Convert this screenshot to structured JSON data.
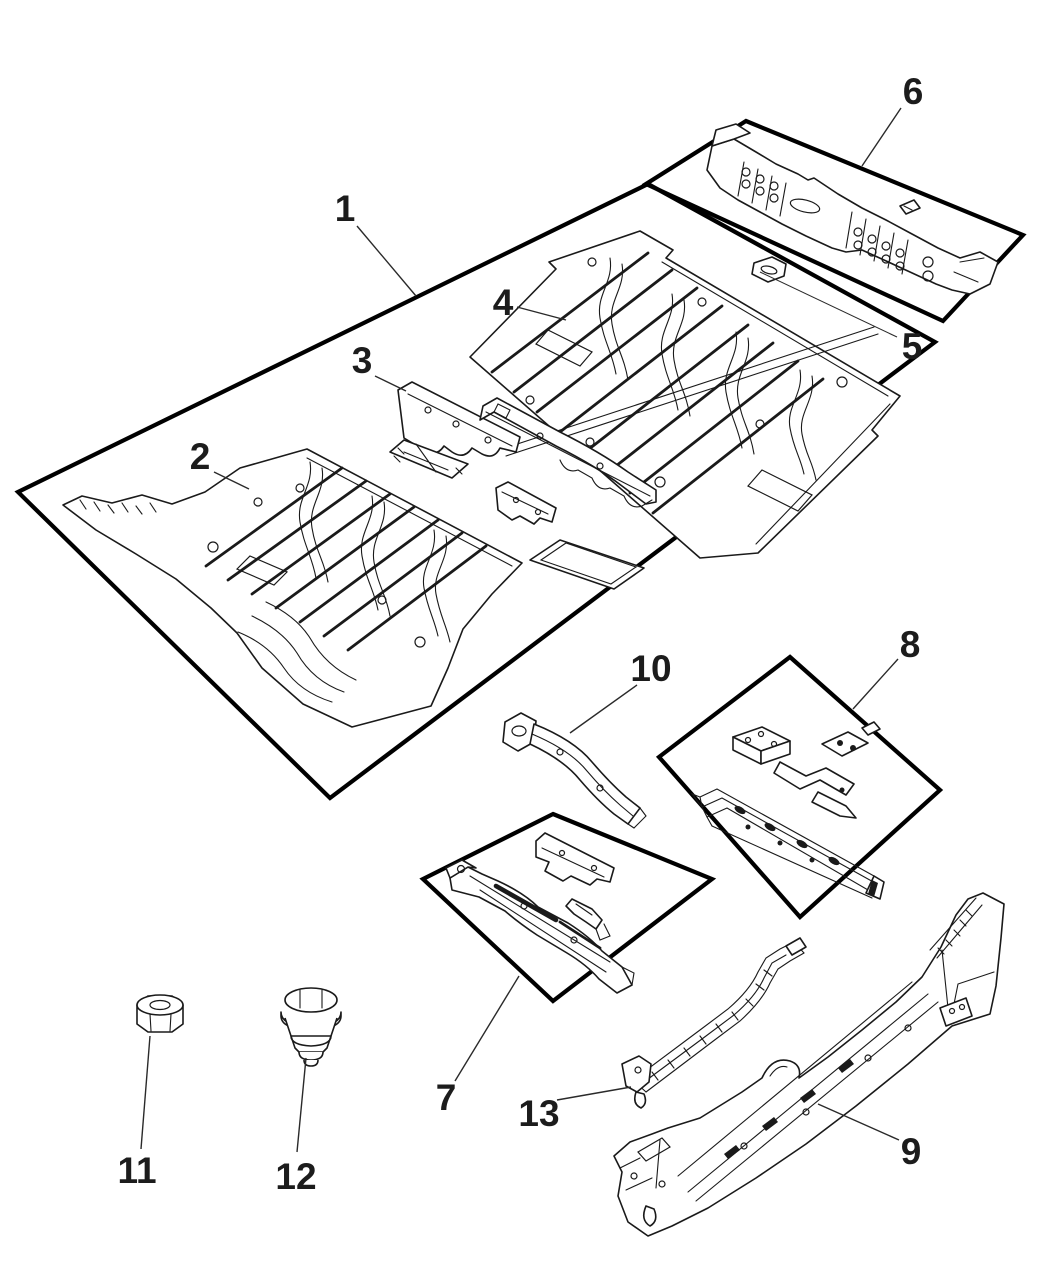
{
  "colors": {
    "background": "#ffffff",
    "line_art": "#1a1a1a",
    "group_border": "#000000",
    "label_text": "#1c1c1c"
  },
  "diagram": {
    "type": "exploded-parts-diagram",
    "callouts": [
      {
        "label": "1"
      },
      {
        "label": "2"
      },
      {
        "label": "3"
      },
      {
        "label": "4"
      },
      {
        "label": "5"
      },
      {
        "label": "6"
      },
      {
        "label": "7"
      },
      {
        "label": "8"
      },
      {
        "label": "9"
      },
      {
        "label": "10"
      },
      {
        "label": "11"
      },
      {
        "label": "12"
      },
      {
        "label": "13"
      }
    ]
  }
}
